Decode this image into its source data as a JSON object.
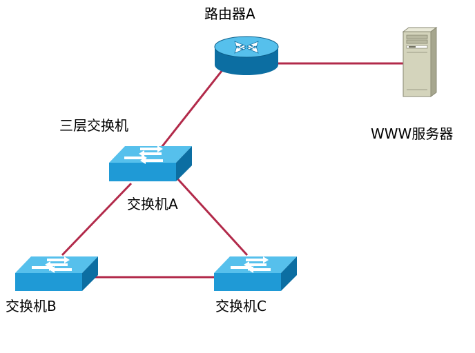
{
  "diagram": {
    "colors": {
      "link": "#b22a4a",
      "device_blue": "#1f9ad6",
      "device_light": "#56c0ec",
      "device_dark": "#0c6ea2",
      "server_body": "#d4d4bc"
    },
    "nodes": [
      {
        "id": "router-a",
        "type": "router-icon",
        "label": "路由器A"
      },
      {
        "id": "l3-switch",
        "type": "layer3-switch-icon",
        "label": "三层交换机"
      },
      {
        "id": "switch-a",
        "type": "switch-icon",
        "label": "交换机A"
      },
      {
        "id": "switch-b",
        "type": "switch-icon",
        "label": "交换机B"
      },
      {
        "id": "switch-c",
        "type": "switch-icon",
        "label": "交换机C"
      },
      {
        "id": "www-server",
        "type": "server-icon",
        "label": "WWW服务器"
      }
    ],
    "links": [
      {
        "from": "router-a",
        "to": "www-server"
      },
      {
        "from": "router-a",
        "to": "switch-a"
      },
      {
        "from": "switch-a",
        "to": "switch-b"
      },
      {
        "from": "switch-a",
        "to": "switch-c"
      },
      {
        "from": "switch-b",
        "to": "switch-c"
      }
    ]
  }
}
